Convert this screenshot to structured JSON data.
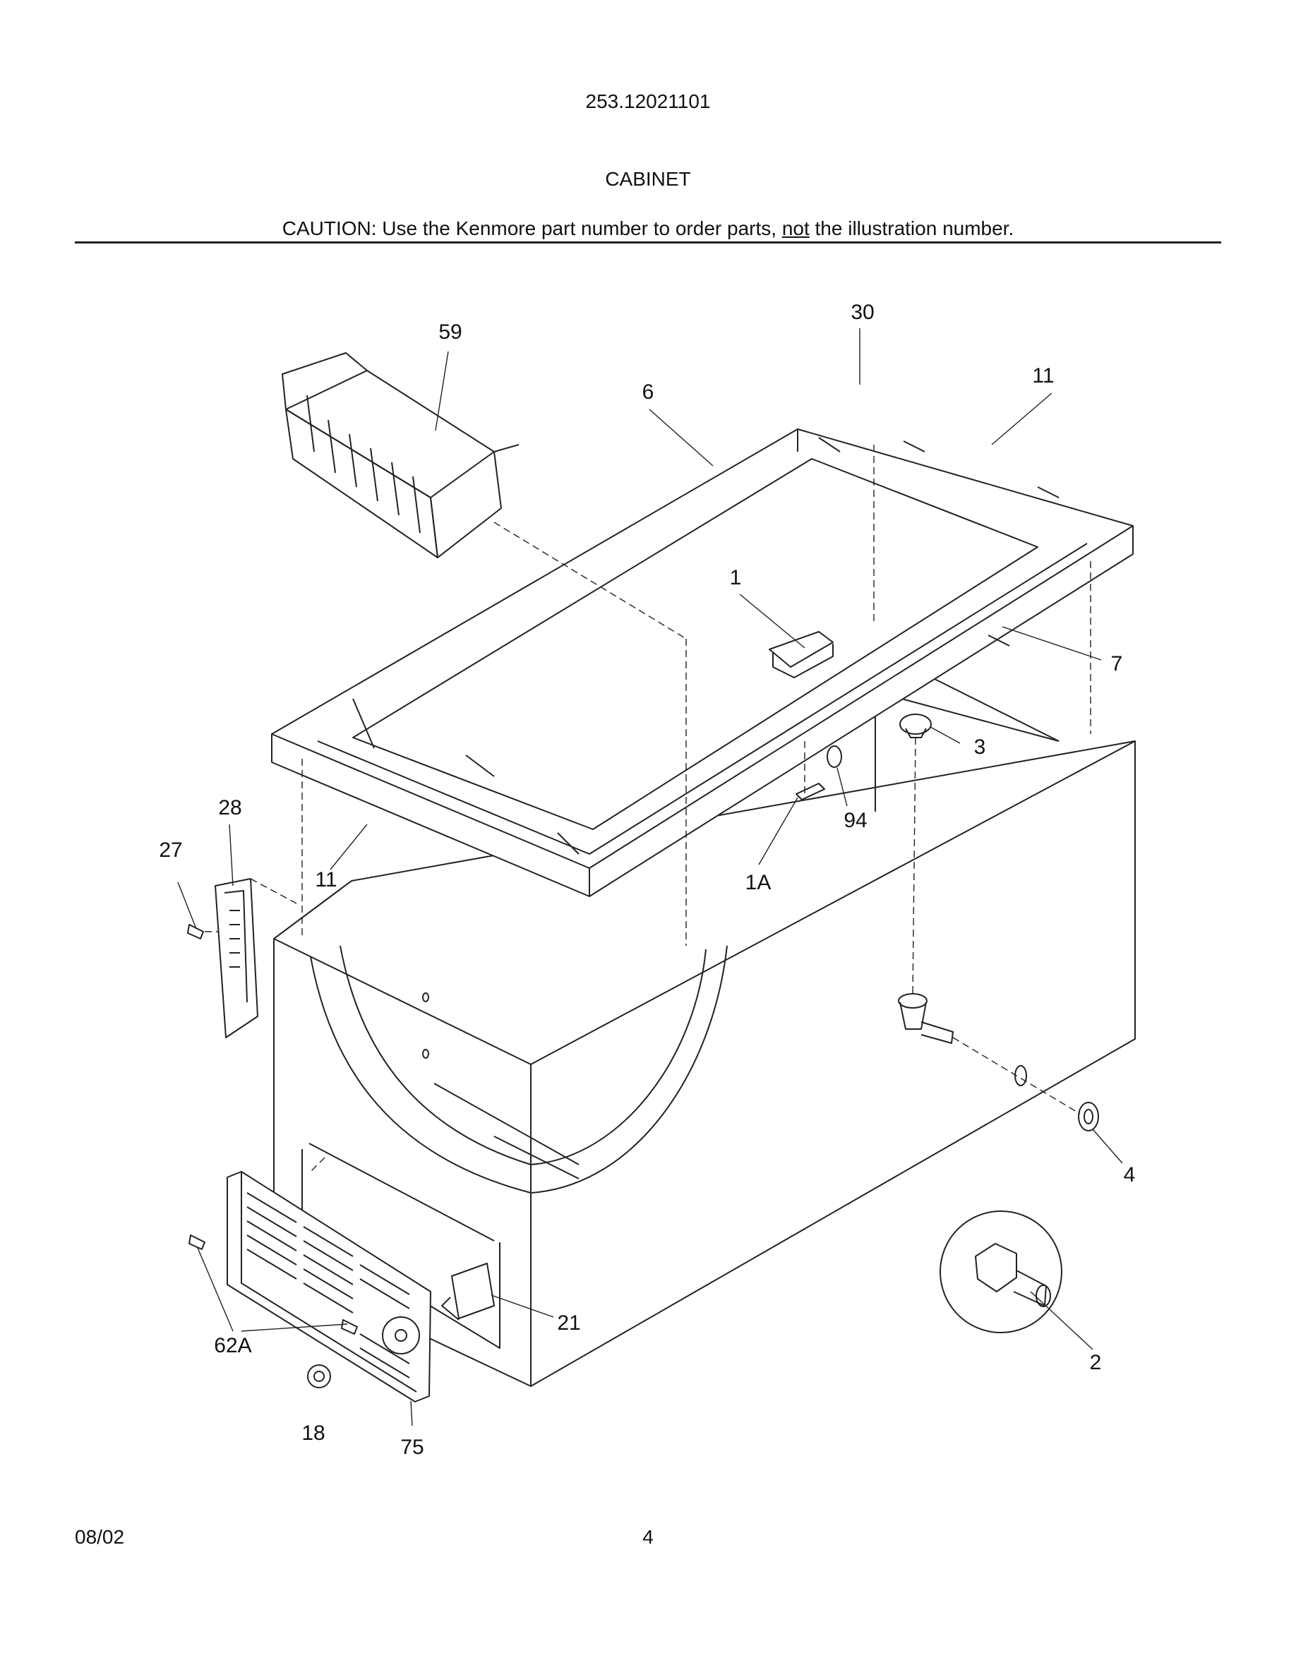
{
  "header": {
    "model_number": "253.12021101",
    "section_title": "CABINET",
    "caution_prefix": "CAUTION: Use the Kenmore part number to order parts, ",
    "caution_emphasis": "not",
    "caution_suffix": " the illustration number."
  },
  "callouts": [
    "59",
    "30",
    "6",
    "11",
    "1",
    "7",
    "3",
    "28",
    "27",
    "11",
    "94",
    "1A",
    "4",
    "21",
    "2",
    "62A",
    "18",
    "75"
  ],
  "footer": {
    "date": "08/02",
    "page_number": "4"
  }
}
